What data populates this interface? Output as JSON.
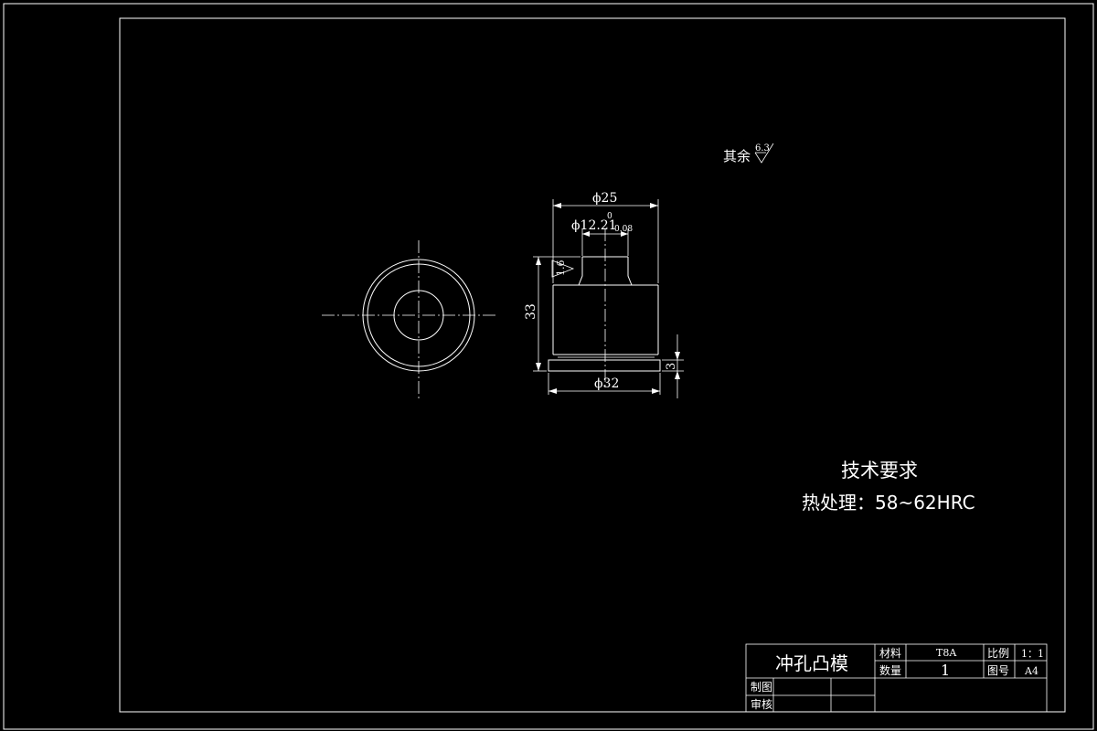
{
  "dimensions": {
    "outer_dia": "ϕ25",
    "inner_dia_base": "ϕ12.21",
    "inner_dia_upper_tol": "0",
    "inner_dia_lower_tol": "-0.08",
    "height": "33",
    "base_dia": "ϕ32",
    "base_height": "3",
    "surface_roughness": "1.6"
  },
  "notes": {
    "other_roughness_label": "其余",
    "other_roughness_value": "6.3",
    "tech_title": "技术要求",
    "heat_treatment": "热处理：58~62HRC"
  },
  "title_block": {
    "part_name": "冲孔凸模",
    "material_label": "材料",
    "material_value": "T8A",
    "quantity_label": "数量",
    "quantity_value": "1",
    "scale_label": "比例",
    "scale_value": "1：1",
    "drawing_no_label": "图号",
    "drawing_no_value": "A4",
    "drawn_by_label": "制图",
    "checked_by_label": "审核"
  },
  "colors": {
    "background": "#000000",
    "lines": "#ffffff"
  }
}
